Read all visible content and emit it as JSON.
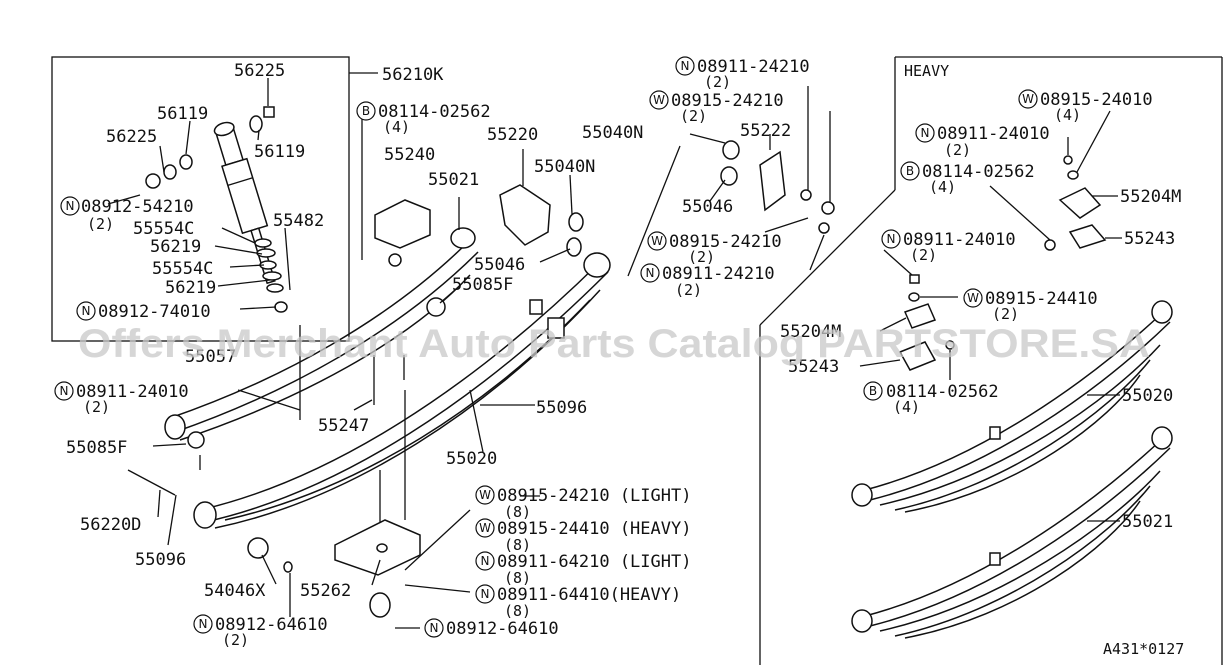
{
  "watermark": "Offers Merchant Auto Parts Catalog PARTSTORE.SA",
  "heavy_label": "HEAVY",
  "catalog_code": "A431*0127",
  "labels": {
    "p56225a": "56225",
    "p56210k": "56210K",
    "p56119a": "56119",
    "p56225b": "56225",
    "p56119b": "56119",
    "n0891254210": "08912-54210",
    "q2a": "(2)",
    "p55554ca": "55554C",
    "p55482": "55482",
    "p56219a": "56219",
    "p55554cb": "55554C",
    "p56219b": "56219",
    "n0891274010": "08912-74010",
    "p55057": "55057",
    "b0811402562": "08114-02562",
    "q4a": "(4)",
    "p55240": "55240",
    "p55021a": "55021",
    "p55220": "55220",
    "p55040na": "55040N",
    "p55040nb": "55040N",
    "p55046a": "55046",
    "p55085fa": "55085F",
    "n0891124210a": "08911-24210",
    "q2b": "(2)",
    "w0891524210a": "08915-24210",
    "q2c": "(2)",
    "p55222": "55222",
    "p55046b": "55046",
    "w0891524210b": "08915-24210",
    "q2d": "(2)",
    "n0891124210b": "08911-24210",
    "q2e": "(2)",
    "n0891124010a": "08911-24010",
    "q2f": "(2)",
    "p55247": "55247",
    "p55096a": "55096",
    "p55020a": "55020",
    "p55085fb": "55085F",
    "p56220d": "56220D",
    "p55096b": "55096",
    "p54046x": "54046X",
    "p55262": "55262",
    "w0891524210light": "08915-24210 (LIGHT)",
    "q8a": "(8)",
    "w0891524410heavy": "08915-24410 (HEAVY)",
    "q8b": "(8)",
    "n0891164210light": "08911-64210 (LIGHT)",
    "q8c": "(8)",
    "n0891164410heavy": "08911-64410(HEAVY)",
    "q8d": "(8)",
    "n0891264610a": "08912-64610",
    "q2g": "(2)",
    "n0891264610b": "08912-64610",
    "w0891524010": "08915-24010",
    "q4b": "(4)",
    "n0891124010b": "08911-24010",
    "q2h": "(2)",
    "b0811402562b": "08114-02562",
    "q4c": "(4)",
    "p55204ma": "55204M",
    "p55243a": "55243",
    "n0891124010c": "08911-24010",
    "q2i": "(2)",
    "w0891524410": "08915-24410",
    "q2j": "(2)",
    "p55204mb": "55204M",
    "p55243b": "55243",
    "b0811402562c": "08114-02562",
    "q4d": "(4)",
    "p55020b": "55020",
    "p55021b": "55021"
  },
  "markers": {
    "n": "N",
    "w": "W",
    "b": "B"
  }
}
